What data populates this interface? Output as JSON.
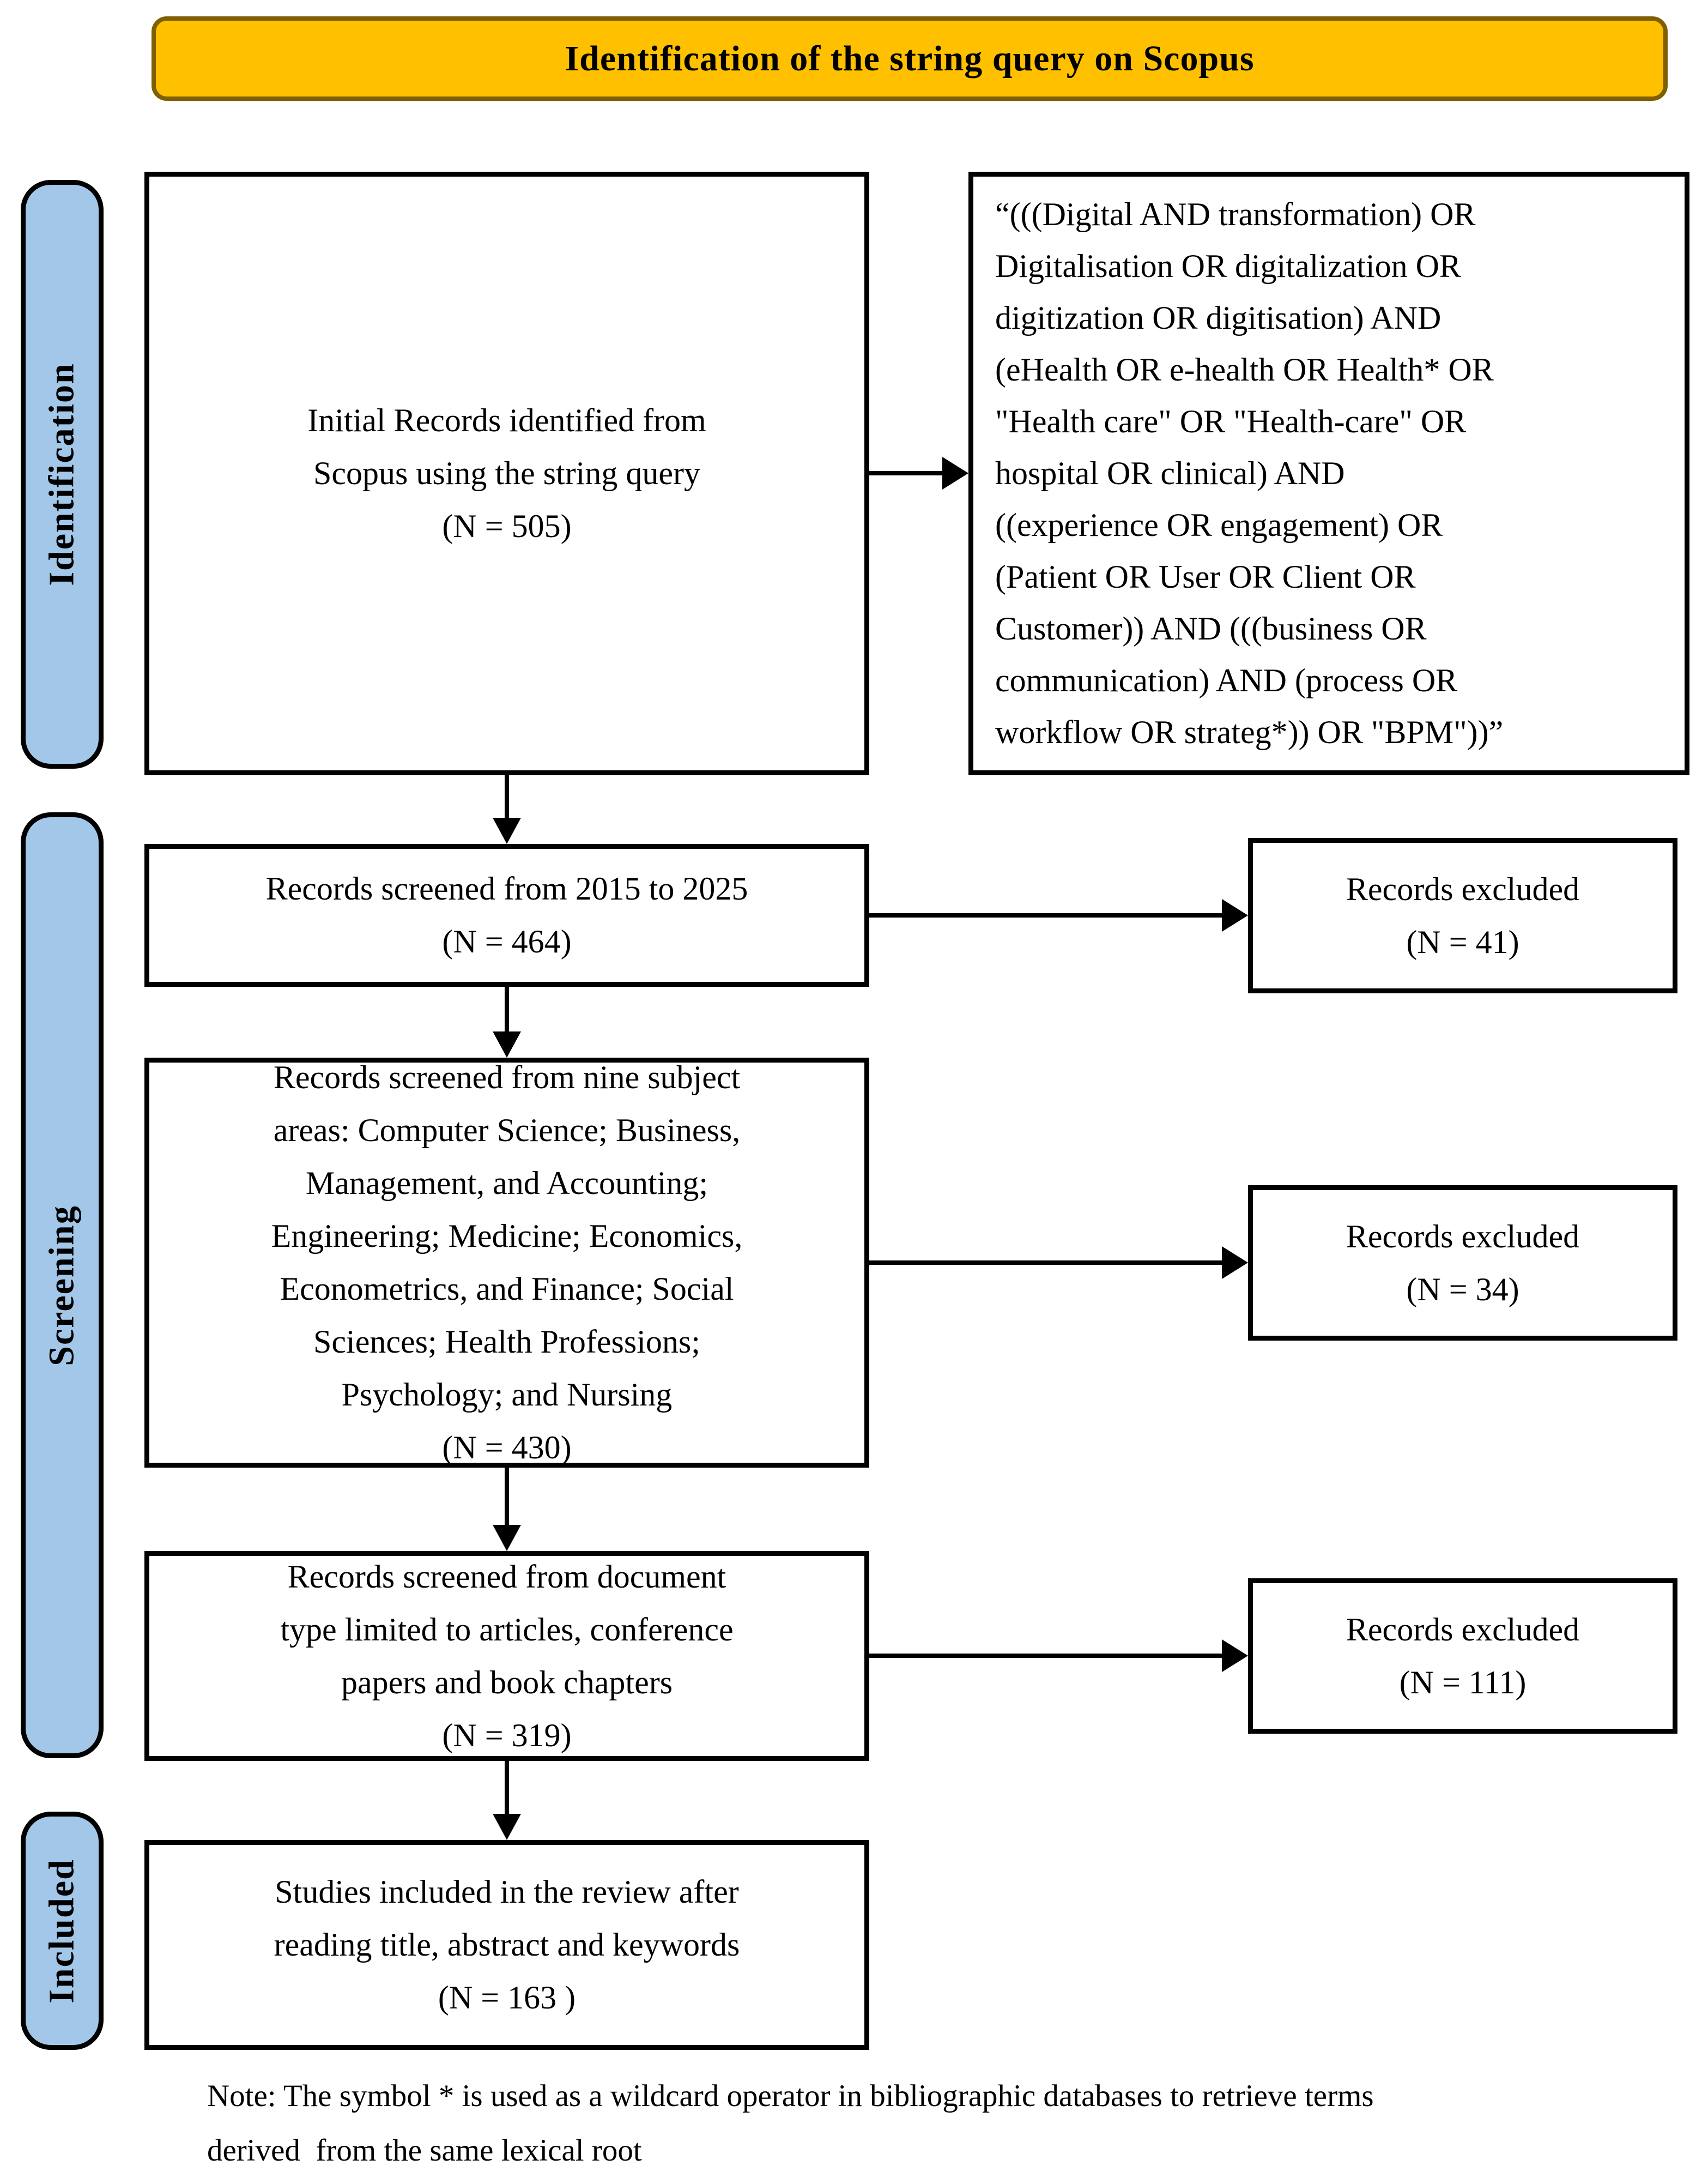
{
  "title": "Identification of the string query on Scopus",
  "stages": [
    {
      "label": "Identification"
    },
    {
      "label": "Screening"
    },
    {
      "label": "Included"
    }
  ],
  "flow": {
    "initial": {
      "text": "Initial Records identified from\nScopus using the string query",
      "n": "(N = 505)"
    },
    "query": {
      "text": "“(((Digital AND transformation) OR\nDigitalisation OR digitalization OR\ndigitization OR digitisation) AND\n(eHealth OR e-health OR Health* OR\n\"Health care\" OR \"Health-care\" OR\nhospital OR clinical) AND\n((experience OR engagement) OR\n(Patient OR User OR Client OR\nCustomer)) AND (((business OR\ncommunication) AND (process OR\nworkflow OR strateg*)) OR \"BPM\"))”"
    },
    "screen_years": {
      "text": "Records screened from 2015 to 2025",
      "n": "(N = 464)"
    },
    "excluded_years": {
      "text": "Records excluded",
      "n": "(N = 41)"
    },
    "screen_subjects": {
      "text": "Records screened from nine subject\nareas: Computer Science; Business,\nManagement, and Accounting;\nEngineering; Medicine; Economics,\nEconometrics, and Finance; Social\nSciences; Health Professions;\nPsychology; and Nursing",
      "n": "(N = 430)"
    },
    "excluded_subjects": {
      "text": "Records excluded",
      "n": "(N = 34)"
    },
    "screen_doctype": {
      "text": "Records screened from document\ntype limited to articles, conference\npapers and book chapters",
      "n": "(N = 319)"
    },
    "excluded_doctype": {
      "text": "Records excluded",
      "n": "(N = 111)"
    },
    "included": {
      "text": "Studies included in the review after\nreading title, abstract and keywords",
      "n": "(N = 163 )"
    }
  },
  "note": "Note: The symbol * is used as a wildcard operator in bibliographic databases to retrieve terms\nderived  from the same lexical root",
  "colors": {
    "banner_fill": "#FFC000",
    "banner_border": "#7F6000",
    "stage_fill": "#A3C7E8",
    "stage_border": "#000000",
    "box_fill": "#FFFFFF",
    "box_border": "#000000",
    "arrow": "#000000"
  }
}
